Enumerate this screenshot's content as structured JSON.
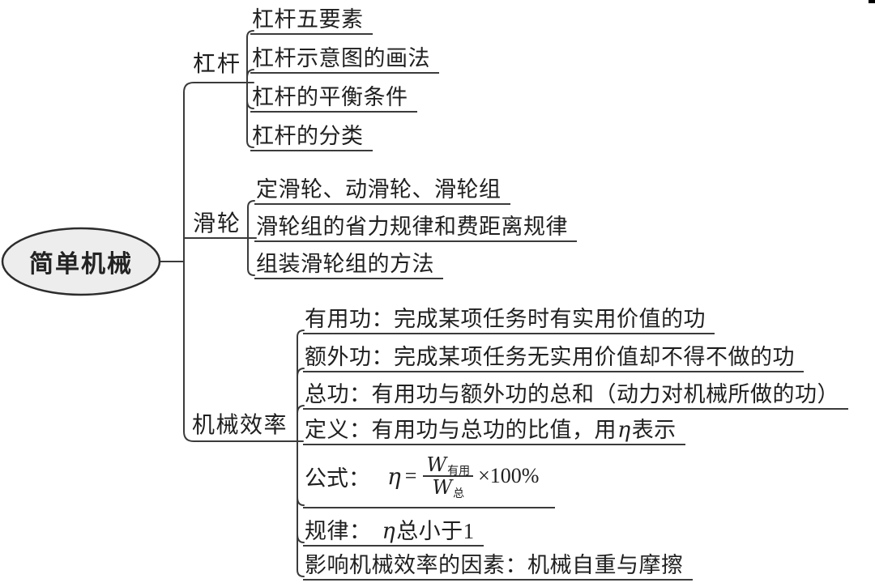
{
  "root": {
    "label": "简单机械"
  },
  "branches": [
    {
      "label": "杠杆",
      "children": [
        "杠杆五要素",
        "杠杆示意图的画法",
        "杠杆的平衡条件",
        "杠杆的分类"
      ]
    },
    {
      "label": "滑轮",
      "children": [
        "定滑轮、动滑轮、滑轮组",
        "滑轮组的省力规律和费距离规律",
        "组装滑轮组的方法"
      ]
    },
    {
      "label": "机械效率",
      "children": [
        "有用功：完成某项任务时有实用价值的功",
        "额外功：完成某项任务无实用价值却不得不做的功",
        "总功：有用功与额外功的总和（动力对机械所做的功）"
      ],
      "definition": {
        "pre": "定义：有用功与总功的比值，用",
        "eta": "η",
        "post": "表示"
      },
      "formula": {
        "prefix": "公式：",
        "eta": "η",
        "equals": "=",
        "numerator_base": "W",
        "numerator_sub": "有用",
        "denominator_base": "W",
        "denominator_sub": "总",
        "suffix": "×100%"
      },
      "rule": {
        "pre": "规律：",
        "eta": "η",
        "post": "总小于1"
      },
      "factors": "影响机械效率的因素：机械自重与摩擦"
    }
  ],
  "colors": {
    "line": "#3b3b3b",
    "text": "#1f1f1f",
    "ellipse_fill": "#ededee",
    "ellipse_stroke": "#2d2d2d"
  }
}
